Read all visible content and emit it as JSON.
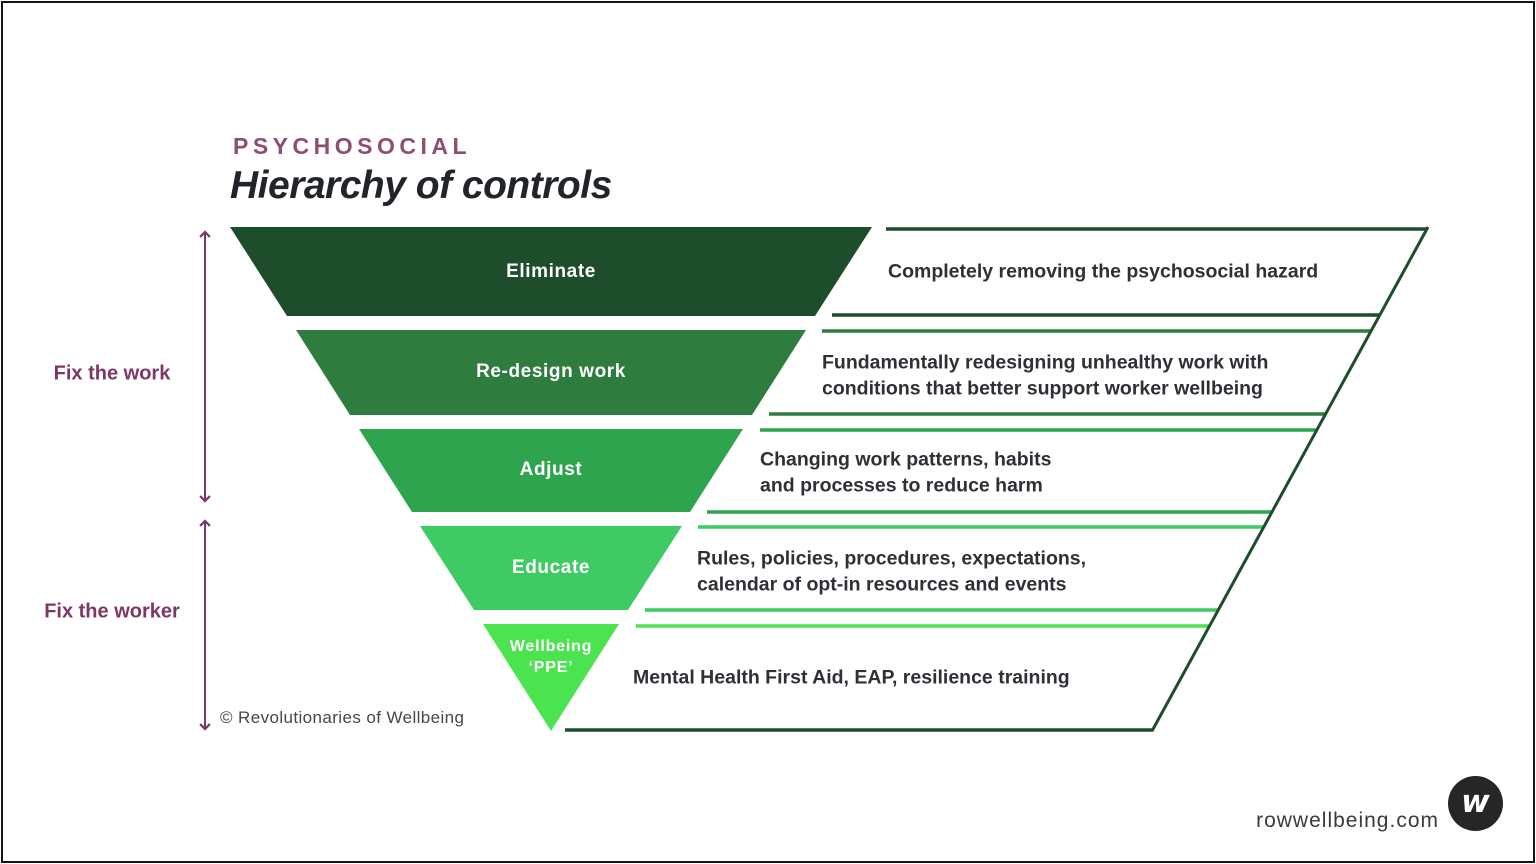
{
  "colors": {
    "plum": "#8d4e74",
    "purple": "#7c3764",
    "ink": "#212529",
    "text-dark": "#2d3136",
    "line-dark": "#1d4d2b",
    "logo-bg": "#262626"
  },
  "header": {
    "eyebrow": "PSYCHOSOCIAL",
    "title": "Hierarchy of controls"
  },
  "side_labels": [
    {
      "label": "Fix the work"
    },
    {
      "label": "Fix the worker"
    }
  ],
  "levels": [
    {
      "label": "Eliminate",
      "color": "#1d4d2b",
      "description_lines": [
        "Completely removing the psychosocial hazard"
      ]
    },
    {
      "label": "Re-design work",
      "color": "#2e7d3e",
      "description_lines": [
        "Fundamentally redesigning unhealthy work with",
        "conditions that better support worker wellbeing"
      ]
    },
    {
      "label": "Adjust",
      "color": "#2fa44f",
      "description_lines": [
        "Changing work patterns, habits",
        "and processes to reduce harm"
      ]
    },
    {
      "label": "Educate",
      "color": "#3ecb63",
      "description_lines": [
        "Rules, policies, procedures, expectations,",
        "calendar of opt-in resources and events"
      ]
    },
    {
      "label": "Wellbeing ‘PPE’",
      "color": "#4ce350",
      "label_lines": [
        "Wellbeing",
        "‘PPE’"
      ],
      "description_lines": [
        "Mental Health First Aid, EAP, resilience training"
      ]
    }
  ],
  "footer": {
    "copyright": "© Revolutionaries of Wellbeing",
    "website": "rowwellbeing.com",
    "logo_letter": "w"
  }
}
